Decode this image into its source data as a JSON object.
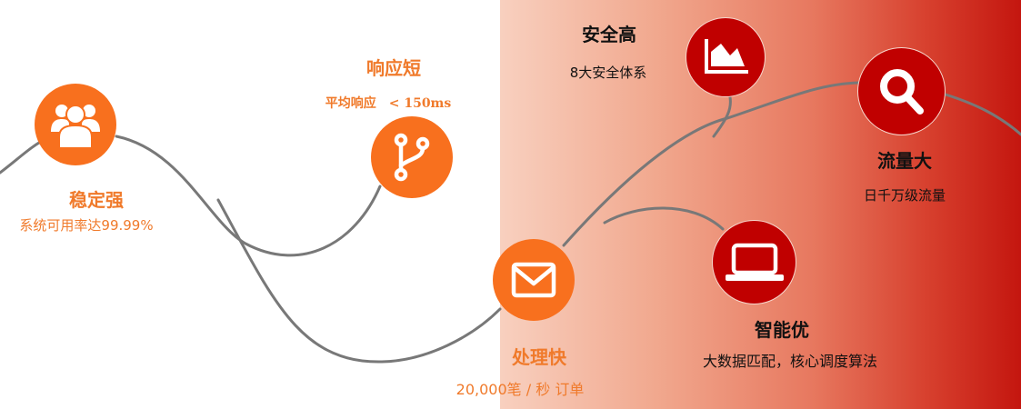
{
  "colors": {
    "orange_node": "#f8701e",
    "red_node": "#c00000",
    "orange_text": "#f07a2b",
    "curve": "#787878",
    "panel_gradient_start": "#f8d0bf",
    "panel_gradient_end": "#c4160f"
  },
  "features": [
    {
      "id": "stability",
      "icon": "users-icon",
      "title": "稳定强",
      "subtitle": "系统可用率达99.99%"
    },
    {
      "id": "response",
      "icon": "branch-icon",
      "title": "响应短",
      "subtitle": "平均响应　< 150ms"
    },
    {
      "id": "processing",
      "icon": "mail-icon",
      "title": "处理快",
      "subtitle": "20,000笔 / 秒 订单"
    },
    {
      "id": "security",
      "icon": "area-chart-icon",
      "title": "安全高",
      "subtitle": "8大安全体系"
    },
    {
      "id": "traffic",
      "icon": "search-icon",
      "title": "流量大",
      "subtitle": "日千万级流量"
    },
    {
      "id": "intelligence",
      "icon": "laptop-icon",
      "title": "智能优",
      "subtitle": "大数据匹配，核心调度算法"
    }
  ]
}
